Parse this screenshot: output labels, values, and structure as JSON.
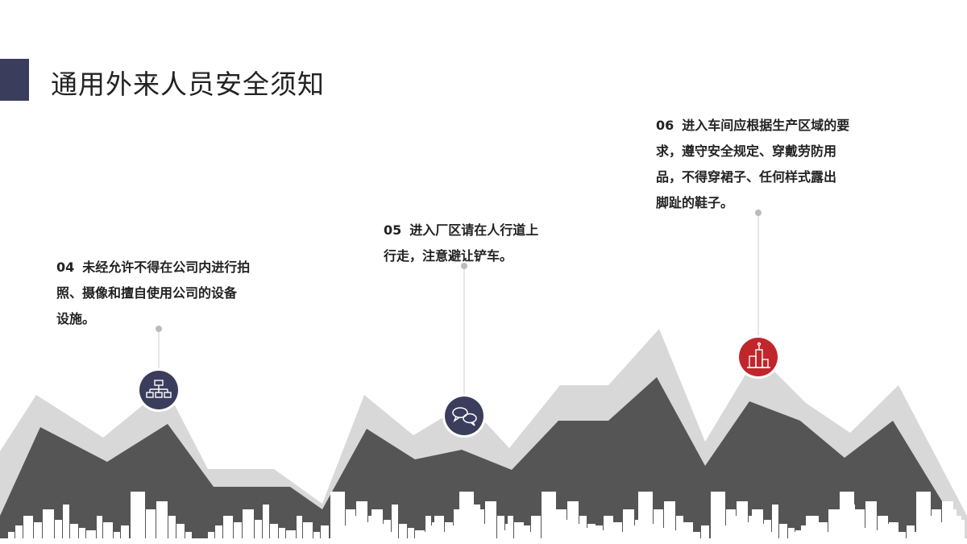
{
  "title": "通用外来人员安全须知",
  "notes": [
    {
      "num": "04",
      "text": "未经允许不得在公司内进行拍",
      "text2": "照、摄像和擅自使用公司的设备",
      "text3": "设施。",
      "icon": "network-icon"
    },
    {
      "num": "05",
      "text": "进入厂区请在人行道上",
      "text2": "行走，注意避让铲车。",
      "icon": "chat-icon"
    },
    {
      "num": "06",
      "text": "进入车间应根据生产区域的要",
      "text2": "求，遵守安全规定、穿戴劳防用",
      "text3": "品，不得穿裙子、任何样式露出",
      "text4": "脚趾的鞋子。",
      "icon": "building-icon"
    }
  ],
  "colors": {
    "navy": "#3a3d5c",
    "red": "#c0262b",
    "dark_mountain": "#555555",
    "light_mountain": "#d6d6d6",
    "dot": "#bbbbbb"
  }
}
